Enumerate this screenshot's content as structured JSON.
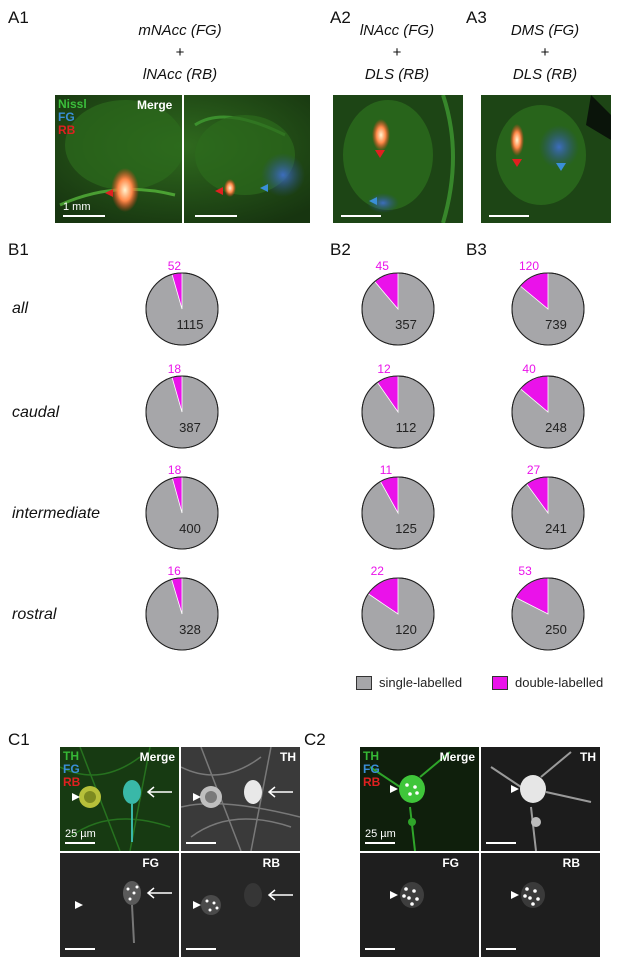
{
  "panel_a": {
    "labels": [
      "A1",
      "A2",
      "A3"
    ],
    "a1_title": [
      "mNAcc (FG)",
      "+",
      "lNAcc (RB)"
    ],
    "a2_title": [
      "lNAcc (FG)",
      "+",
      "DLS (RB)"
    ],
    "a3_title": [
      "DMS (FG)",
      "+",
      "DLS (RB)"
    ],
    "channels": [
      "Nissl",
      "FG",
      "RB"
    ],
    "merge": "Merge",
    "scale": "1 mm"
  },
  "panel_b": {
    "labels": [
      "B1",
      "B2",
      "B3"
    ],
    "rows": [
      "all",
      "caudal",
      "intermediate",
      "rostral"
    ],
    "legend": {
      "single": "single-labelled",
      "double": "double-labelled"
    }
  },
  "chart_data": {
    "type": "pie",
    "columns": [
      "B1",
      "B2",
      "B3"
    ],
    "rows": [
      "all",
      "caudal",
      "intermediate",
      "rostral"
    ],
    "series": [
      {
        "name": "single-labelled",
        "values": [
          [
            1115,
            357,
            739
          ],
          [
            387,
            112,
            248
          ],
          [
            400,
            125,
            241
          ],
          [
            328,
            120,
            250
          ]
        ]
      },
      {
        "name": "double-labelled",
        "values": [
          [
            52,
            45,
            120
          ],
          [
            18,
            12,
            40
          ],
          [
            18,
            11,
            27
          ],
          [
            16,
            22,
            53
          ]
        ]
      }
    ],
    "colors": {
      "single-labelled": "#a6a6a9",
      "double-labelled": "#ea12ea"
    }
  },
  "panel_c": {
    "labels": [
      "C1",
      "C2"
    ],
    "channels": [
      "TH",
      "FG",
      "RB"
    ],
    "merge": "Merge",
    "th": "TH",
    "fg": "FG",
    "rb": "RB",
    "scale": "25 µm"
  },
  "colors": {
    "nissl": "#3bbf3b",
    "fg": "#3a8fd8",
    "rb": "#e02020",
    "th": "#35b835"
  }
}
